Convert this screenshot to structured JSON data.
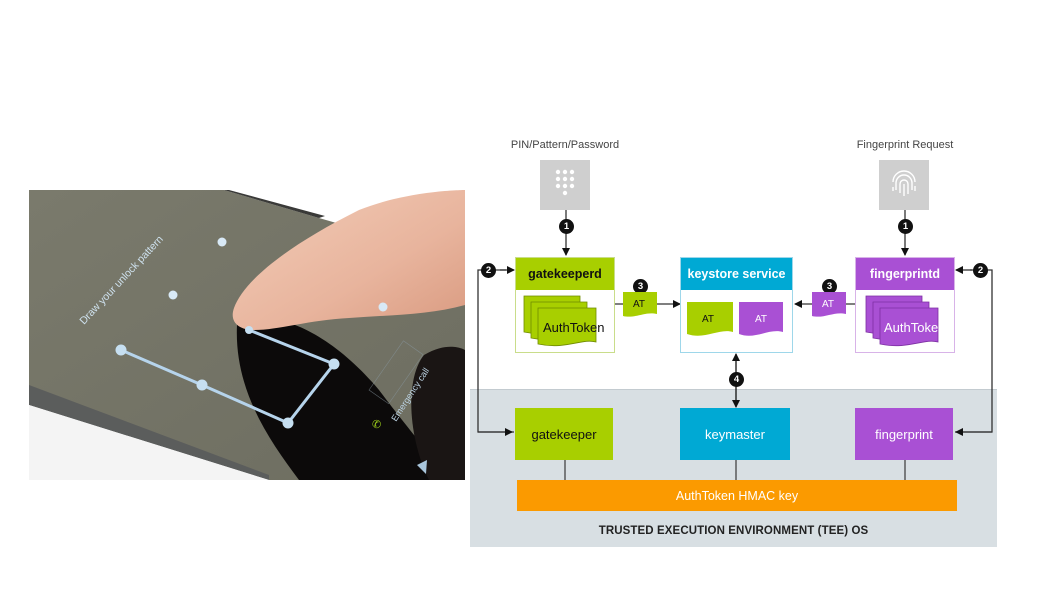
{
  "photo": {
    "prompt_text": "Draw your unlock pattern",
    "emergency_label": "Emergency call",
    "pattern_dots": 9,
    "icon_names": [
      "pattern-dot",
      "phone-icon",
      "back-icon"
    ]
  },
  "diagram": {
    "colors": {
      "gatekeeper": "#a8cf00",
      "keystore": "#00a9d4",
      "fingerprint": "#a950d4",
      "hmac": "#fb9a00",
      "tee_bg": "#d8dfe3",
      "source_box": "#cfcfcf",
      "badge": "#111111"
    },
    "sources": {
      "pin": {
        "label": "PIN/Pattern/Password",
        "icon": "keypad-icon"
      },
      "fingerprint": {
        "label": "Fingerprint Request",
        "icon": "fingerprint-icon"
      }
    },
    "services": {
      "gatekeeperd": {
        "title": "gatekeeperd",
        "token_label": "AuthToken"
      },
      "keystore": {
        "title": "keystore service",
        "token_left": "AT",
        "token_right": "AT"
      },
      "fingerprintd": {
        "title": "fingerprintd",
        "token_label": "AuthToken"
      }
    },
    "transit_tokens": {
      "left": "AT",
      "right": "AT"
    },
    "steps": {
      "one": "1",
      "two": "2",
      "three": "3",
      "four": "4"
    },
    "tee": {
      "gatekeeper": "gatekeeper",
      "keymaster": "keymaster",
      "fingerprint": "fingerprint",
      "hmac_key": "AuthToken HMAC key",
      "title": "TRUSTED EXECUTION ENVIRONMENT (TEE) OS"
    }
  }
}
